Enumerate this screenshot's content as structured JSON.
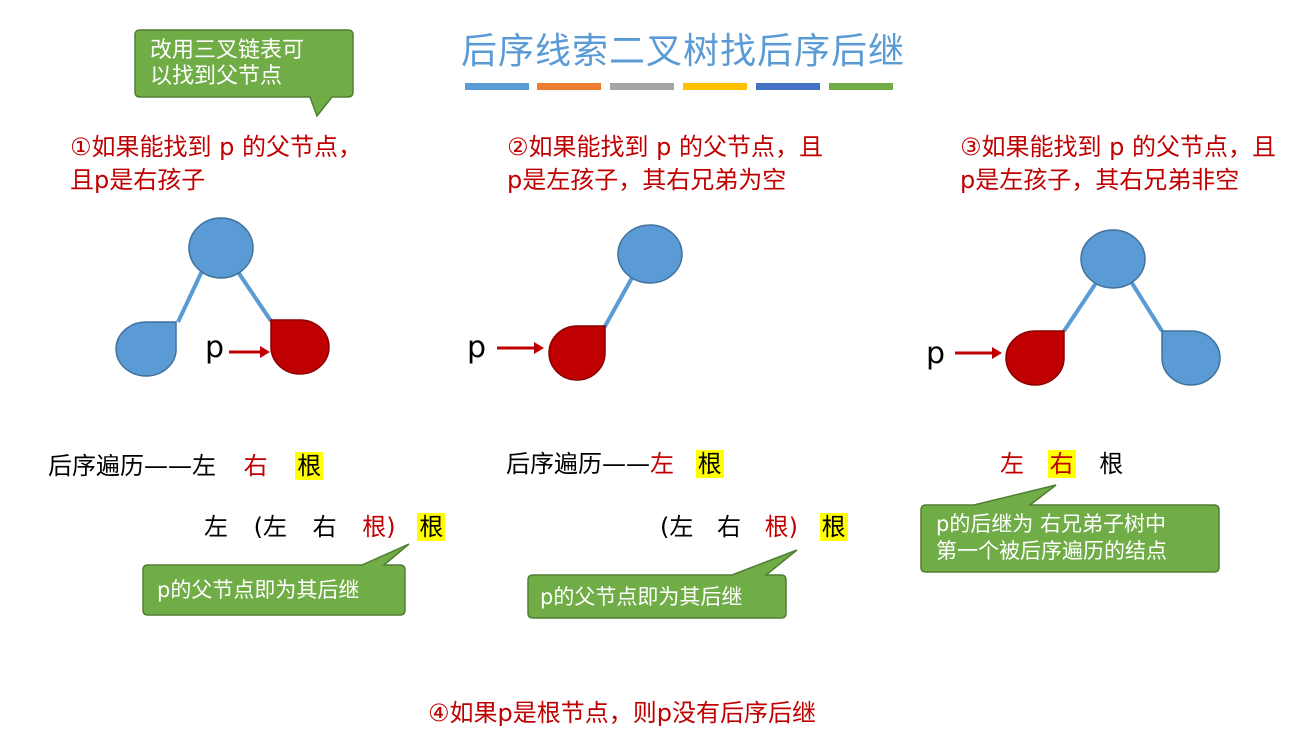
{
  "title": "后序线索二叉树找后序后继",
  "colors": {
    "title": "#5b9bd5",
    "node_blue": "#5b9bd5",
    "node_red": "#c00000",
    "callout_green": "#70ad47",
    "highlight": "#ffff00",
    "accent_red": "#c00000",
    "bars": [
      "#5b9bd5",
      "#ed7d31",
      "#a5a5a5",
      "#ffc000",
      "#4472c4",
      "#70ad47"
    ]
  },
  "callout_top": {
    "line1": "改用三叉链表可",
    "line2": "以找到父节点"
  },
  "case1": {
    "line1": "①如果能找到 p 的父节点，",
    "line2": "且p是右孩子",
    "p_label": "p",
    "trav_prefix": "后序遍历——左",
    "trav_right": "右",
    "trav_root": "根",
    "row2": {
      "left": "左",
      "open": "(左",
      "right": "右",
      "root_inner": "根)",
      "root_outer": "根"
    },
    "callout": "p的父节点即为其后继"
  },
  "case2": {
    "line1": "②如果能找到 p 的父节点，且",
    "line2": "p是左孩子，其右兄弟为空",
    "p_label": "p",
    "trav_prefix": "后序遍历——",
    "trav_left": "左",
    "trav_root": "根",
    "row2": {
      "open": "(左",
      "right": "右",
      "root_inner": "根)",
      "root_outer": "根"
    },
    "callout": "p的父节点即为其后继"
  },
  "case3": {
    "line1": "③如果能找到 p 的父节点，且",
    "line2": "p是左孩子，其右兄弟非空",
    "p_label": "p",
    "trav_left": "左",
    "trav_right": "右",
    "trav_root": "根",
    "callout_line1": "p的后继为 右兄弟子树中",
    "callout_line2": "第一个被后序遍历的结点"
  },
  "case4": {
    "text": "④如果p是根节点，则p没有后序后继"
  }
}
